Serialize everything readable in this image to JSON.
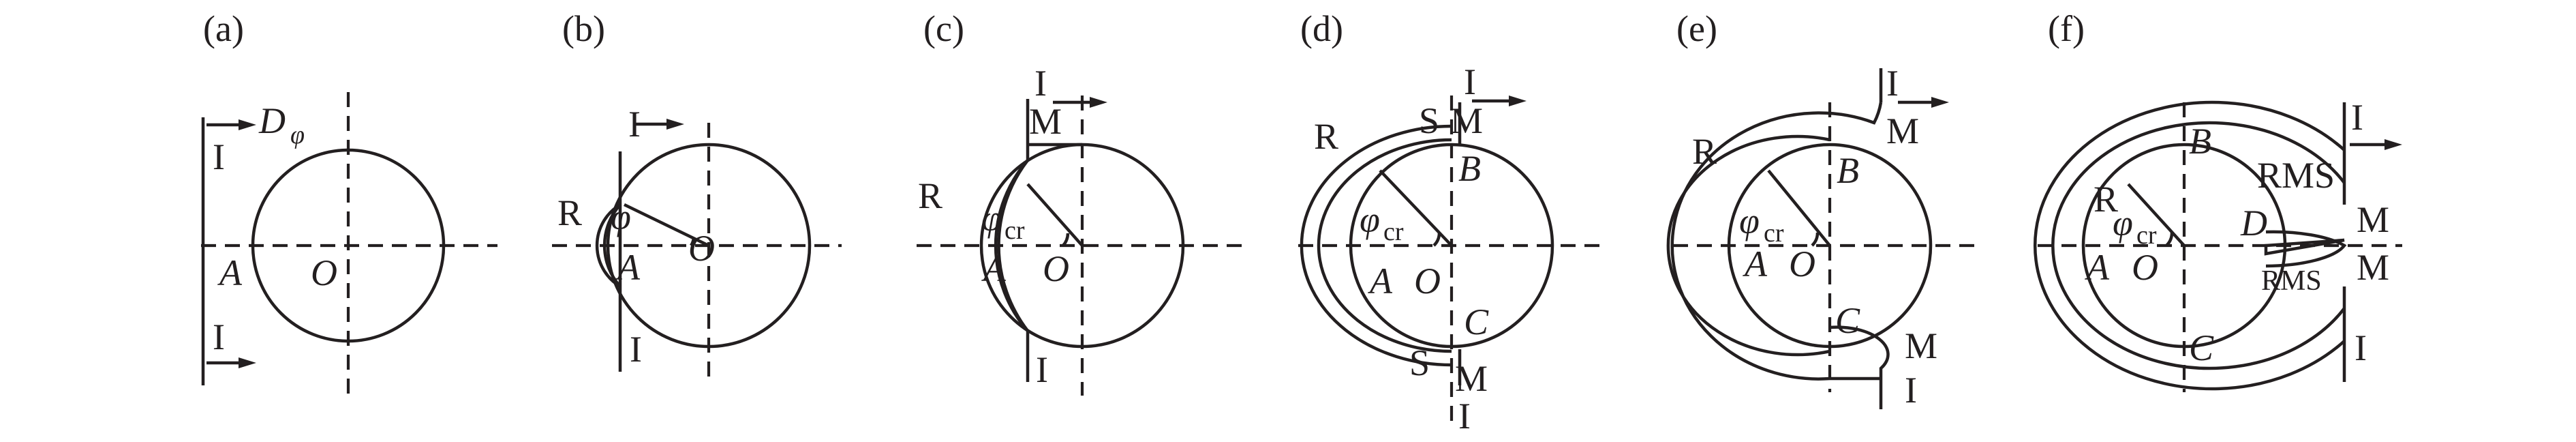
{
  "panels": [
    {
      "tag": "(a)",
      "labels": {
        "I_top": "I",
        "I_bot": "I",
        "D": "D",
        "phi": "φ",
        "A": "A",
        "O": "O"
      }
    },
    {
      "tag": "(b)",
      "labels": {
        "I_top": "I",
        "I_bot": "I",
        "R": "R",
        "phi": "φ",
        "A": "A",
        "O": "O"
      }
    },
    {
      "tag": "(c)",
      "labels": {
        "I_top": "I",
        "I_bot": "I",
        "M": "M",
        "R": "R",
        "phi": "φ",
        "cr": "cr",
        "A": "A",
        "O": "O"
      }
    },
    {
      "tag": "(d)",
      "labels": {
        "I_top": "I",
        "I_bot": "I",
        "S_top": "S",
        "M_top": "M",
        "S_bot": "S",
        "M_bot": "M",
        "R": "R",
        "phi": "φ",
        "cr": "cr",
        "A": "A",
        "O": "O",
        "B": "B",
        "C": "C"
      }
    },
    {
      "tag": "(e)",
      "labels": {
        "I_top": "I",
        "I_bot": "I",
        "M_top": "M",
        "M_bot": "M",
        "R": "R",
        "phi": "φ",
        "cr": "cr",
        "A": "A",
        "O": "O",
        "B": "B",
        "C": "C"
      }
    },
    {
      "tag": "(f)",
      "labels": {
        "I_top": "I",
        "I_bot": "I",
        "R": "R",
        "phi": "φ",
        "cr": "cr",
        "A": "A",
        "O": "O",
        "B": "B",
        "C": "C",
        "D": "D",
        "RMS_top": "RMS",
        "RMS_mid": "RMS",
        "M_top": "M",
        "M_bot": "M"
      }
    }
  ]
}
